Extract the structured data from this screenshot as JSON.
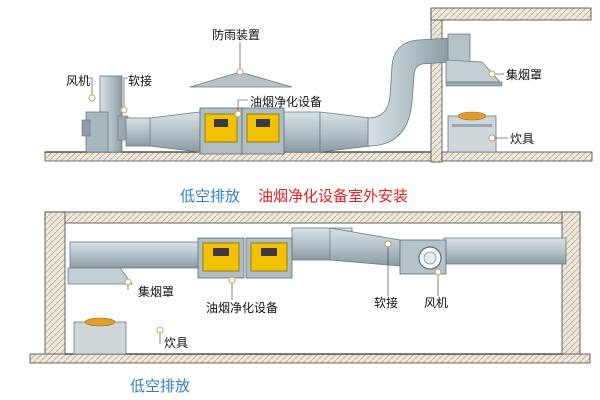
{
  "top": {
    "labels": {
      "fan": "风机",
      "soft_joint": "软接",
      "rain_guard": "防雨装置",
      "purifier": "油烟净化设备",
      "hood": "集烟罩",
      "stove": "炊具"
    },
    "caption_low": "低空排放",
    "caption_main": "油烟净化设备室外安装"
  },
  "bottom": {
    "labels": {
      "hood": "集烟罩",
      "stove": "炊具",
      "purifier": "油烟净化设备",
      "soft_joint": "软接",
      "fan": "风机"
    },
    "caption_low": "低空排放"
  },
  "colors": {
    "duct": "#b9c6cc",
    "duct_dark": "#8e9ea6",
    "purifier": "#f2c200",
    "wall": "#e8e0d0",
    "caption_blue": "#2f7fc1",
    "caption_red": "#e02020",
    "callout_dot": "#c8a060"
  }
}
